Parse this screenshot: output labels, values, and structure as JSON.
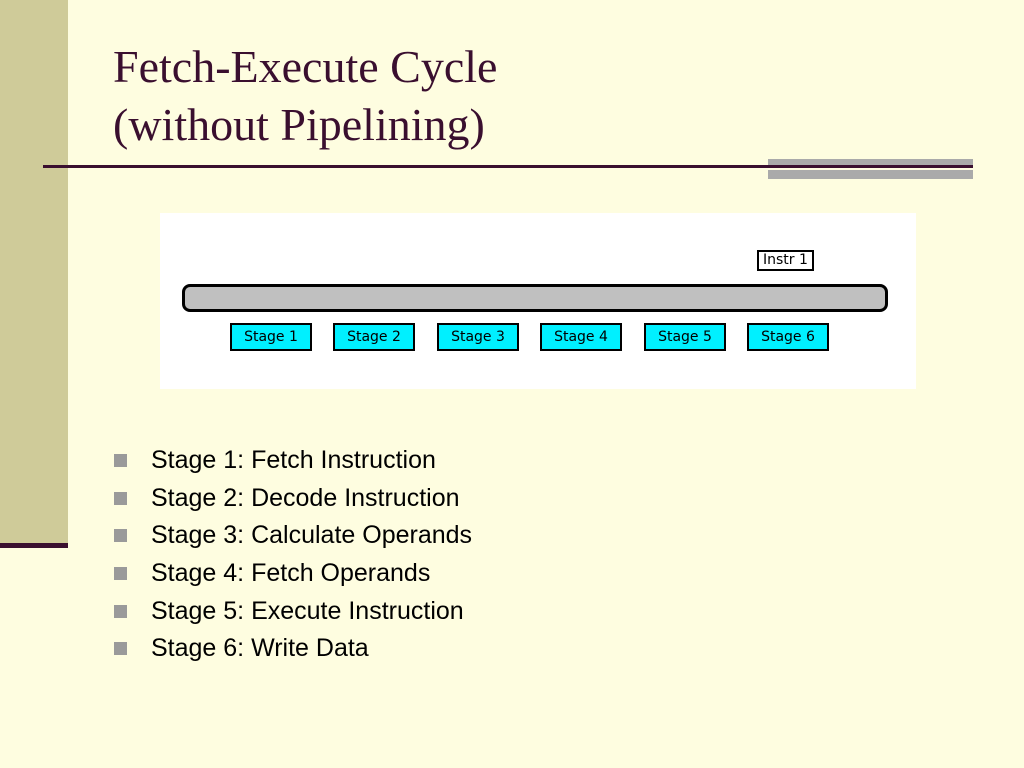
{
  "title": {
    "line1": "Fetch-Execute Cycle",
    "line2": "(without Pipelining)"
  },
  "diagram": {
    "instr_label": "Instr 1",
    "stages": [
      "Stage 1",
      "Stage 2",
      "Stage 3",
      "Stage 4",
      "Stage 5",
      "Stage 6"
    ],
    "colors": {
      "stage_fill": "#00f0ff",
      "bar_fill": "#c0c0c0"
    }
  },
  "bullets": [
    "Stage 1:  Fetch Instruction",
    "Stage 2:  Decode Instruction",
    "Stage 3:  Calculate Operands",
    "Stage 4:  Fetch Operands",
    "Stage 5:  Execute Instruction",
    "Stage 6:  Write Data"
  ]
}
